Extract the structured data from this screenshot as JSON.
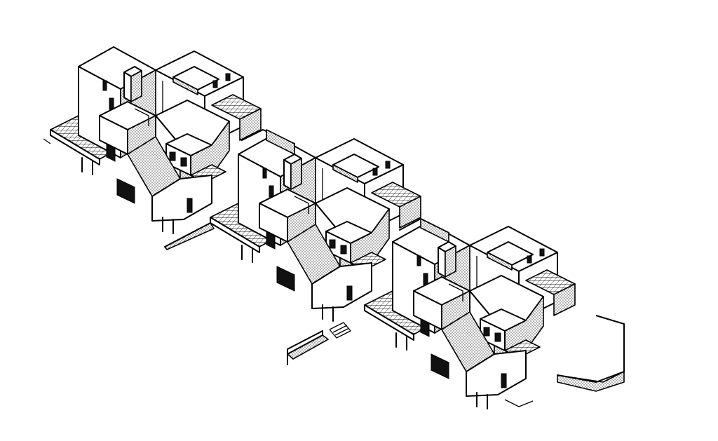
{
  "figure": {
    "subject": "axonometric-terrace-housing",
    "palette": {
      "background": "#ffffff",
      "ink": "#000000",
      "paper_tint": "#fafafa"
    },
    "modules": [
      {
        "id": "block-1"
      },
      {
        "id": "block-2"
      },
      {
        "id": "block-3"
      }
    ]
  }
}
